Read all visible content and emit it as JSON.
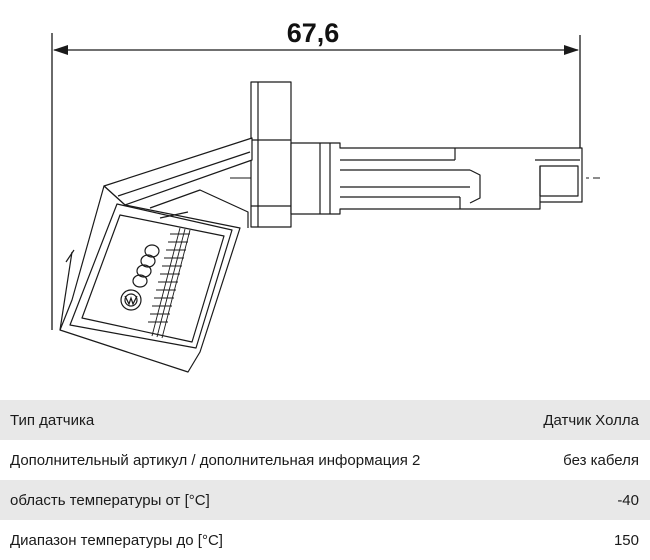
{
  "drawing": {
    "dimension_label": "67,6"
  },
  "specs": [
    {
      "label": "Тип датчика",
      "value": "Датчик Холла"
    },
    {
      "label": "Дополнительный артикул / дополнительная информация 2",
      "value": "без кабеля"
    },
    {
      "label": "область температуры от [°C]",
      "value": "-40"
    },
    {
      "label": "Диапазон температуры до [°C]",
      "value": "150"
    }
  ]
}
